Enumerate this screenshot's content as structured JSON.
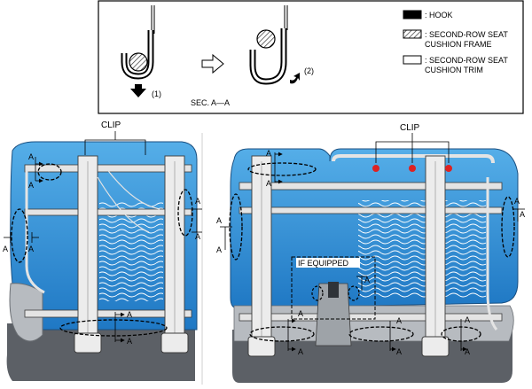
{
  "inset": {
    "section_label": "SEC. A—A",
    "step1": "(1)",
    "step2": "(2)",
    "legend": [
      {
        "key": "hook",
        "line1": ": HOOK",
        "line2": "",
        "swatch": "#000000"
      },
      {
        "key": "frame",
        "line1": ": SECOND-ROW SEAT",
        "line2": "CUSHION FRAME",
        "swatch": "hatched"
      },
      {
        "key": "trim",
        "line1": ": SECOND-ROW SEAT",
        "line2": "CUSHION TRIM",
        "swatch": "#ffffff"
      }
    ]
  },
  "left_view": {
    "clip_label": "CLIP",
    "section_marker": "A"
  },
  "right_view": {
    "clip_label": "CLIP",
    "if_equipped_label": "IF EQUIPPED",
    "section_marker": "A"
  },
  "colors": {
    "cushion_blue": "#2f8fd6",
    "cushion_light": "#7cc2ee",
    "frame_gray": "#e4e4e4",
    "frame_line": "#3c3c3c",
    "lower_cover": "#5c6066",
    "clip_red": "#dd2222"
  }
}
